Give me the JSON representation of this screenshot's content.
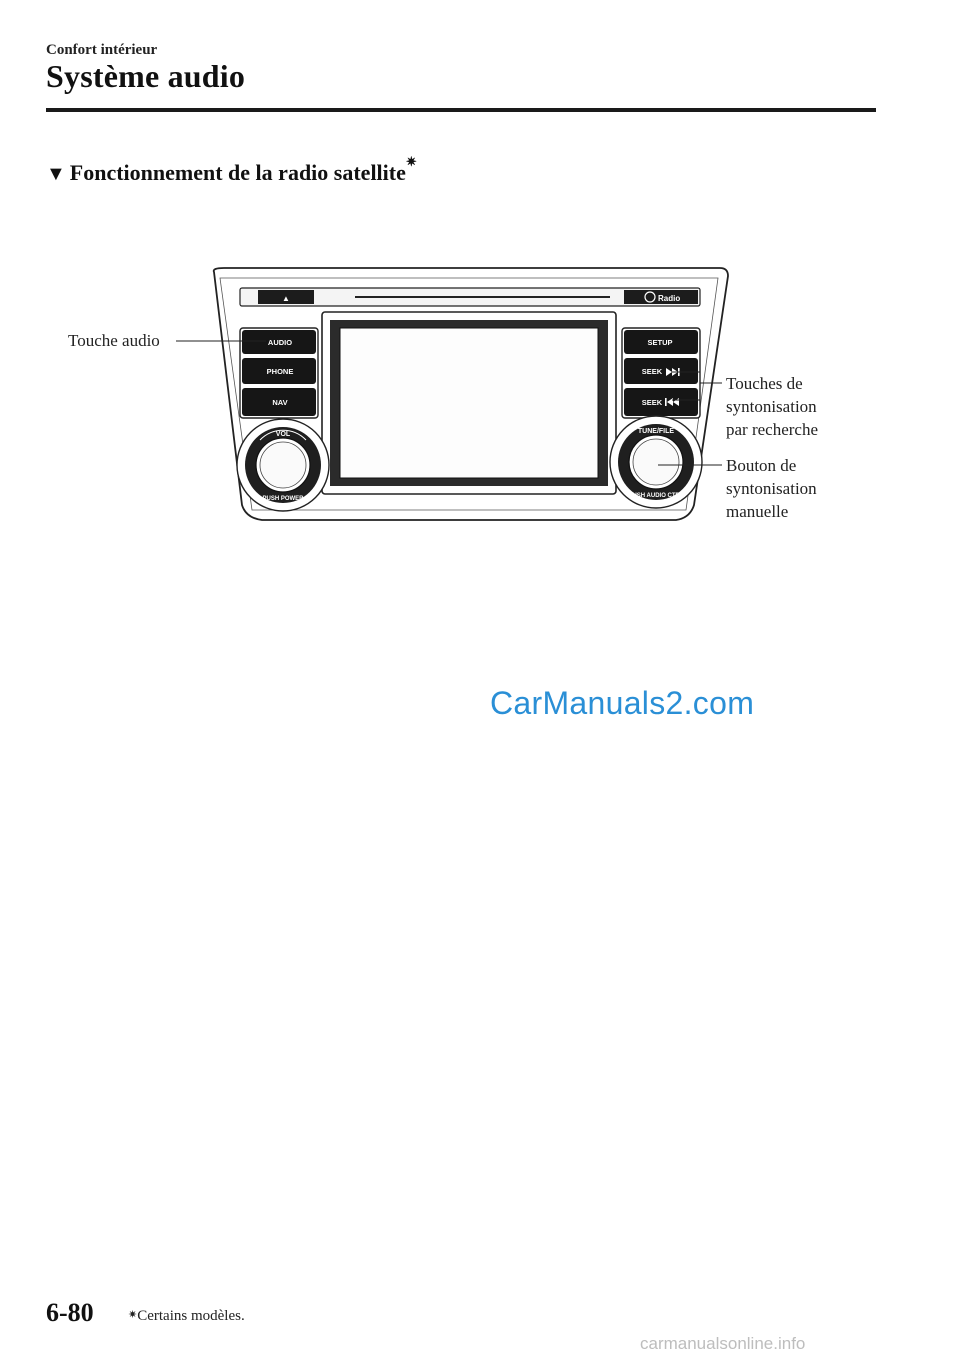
{
  "header": {
    "section_label": "Confort intérieur",
    "chapter_title": "Système audio"
  },
  "section": {
    "marker": "▼",
    "heading": "Fonctionnement de la radio satellite",
    "star": "✷"
  },
  "figure": {
    "callouts": {
      "audio_button": "Touche audio",
      "seek_buttons": "Touches de\nsyntonisation\npar recherche",
      "tune_knob": "Bouton de\nsyntonisation\nmanuelle"
    },
    "unit_labels": {
      "eject": "▲",
      "hd_radio": "Radio",
      "audio": "AUDIO",
      "phone": "PHONE",
      "nav": "NAV",
      "setup": "SETUP",
      "seek_up": "SEEK",
      "seek_down": "SEEK",
      "vol": "VOL",
      "push_power": "PUSH POWER",
      "tune_file": "TUNE/FILE",
      "push_audio_ctrl": "PUSH AUDIO CTRL"
    }
  },
  "watermark": "CarManuals2.com",
  "footer": {
    "page_number": "6-80",
    "star": "✷",
    "note": "Certains modèles."
  },
  "site_mark": "carmanualsonline.info"
}
